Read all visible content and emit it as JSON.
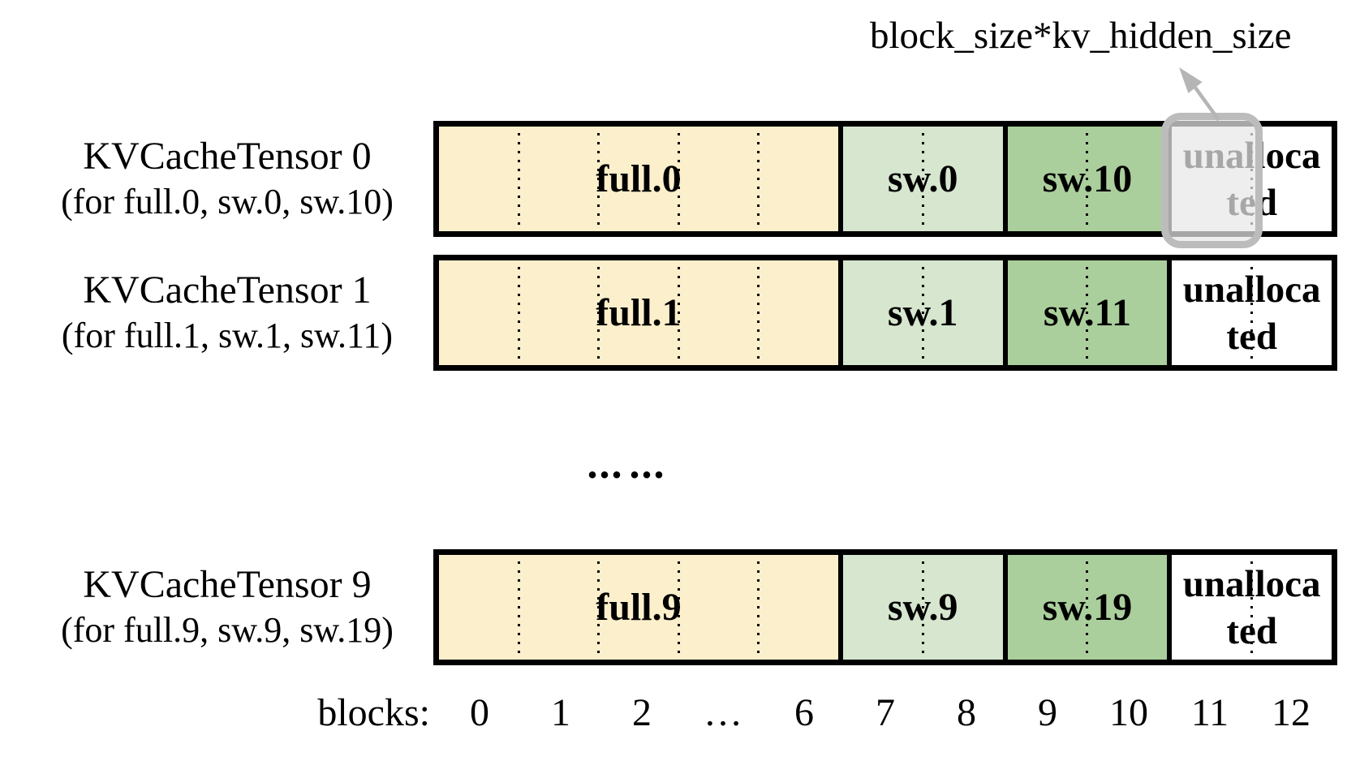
{
  "annotation": {
    "label": "block_size*kv_hidden_size"
  },
  "ellipsis": "……",
  "rows": [
    {
      "title": "KVCacheTensor 0",
      "subtitle": "(for full.0, sw.0, sw.10)",
      "highlighted_block": "11",
      "sections": [
        {
          "label": "full.0",
          "blocks": 5,
          "color": "full"
        },
        {
          "label": "sw.0",
          "blocks": 2,
          "color": "sw_front"
        },
        {
          "label": "sw.10",
          "blocks": 2,
          "color": "sw_back"
        },
        {
          "label": "unallocated",
          "blocks": 2,
          "color": "unallocated",
          "wrap": true
        }
      ]
    },
    {
      "title": "KVCacheTensor 1",
      "subtitle": "(for full.1, sw.1, sw.11)",
      "sections": [
        {
          "label": "full.1",
          "blocks": 5,
          "color": "full"
        },
        {
          "label": "sw.1",
          "blocks": 2,
          "color": "sw_front"
        },
        {
          "label": "sw.11",
          "blocks": 2,
          "color": "sw_back"
        },
        {
          "label": "unallocated",
          "blocks": 2,
          "color": "unallocated",
          "wrap": true
        }
      ]
    },
    {
      "title": "KVCacheTensor 9",
      "subtitle": "(for full.9, sw.9, sw.19)",
      "sections": [
        {
          "label": "full.9",
          "blocks": 5,
          "color": "full"
        },
        {
          "label": "sw.9",
          "blocks": 2,
          "color": "sw_front"
        },
        {
          "label": "sw.19",
          "blocks": 2,
          "color": "sw_back"
        },
        {
          "label": "unallocated",
          "blocks": 2,
          "color": "unallocated",
          "wrap": true
        }
      ]
    }
  ],
  "blocks_axis": {
    "label": "blocks:",
    "ticks": [
      "0",
      "1",
      "2",
      "…",
      "6",
      "7",
      "8",
      "9",
      "10",
      "11",
      "12"
    ]
  },
  "colors": {
    "full": "#FCEFCB",
    "sw_front": "#D6E6CF",
    "sw_back": "#ABCF9C",
    "unallocated": "#FFFFFF",
    "bar_border": "#000000",
    "highlight_fill": "rgba(232,232,232,0.72)",
    "highlight_border": "#BCBCBC",
    "arrow": "#B5B5B5"
  }
}
